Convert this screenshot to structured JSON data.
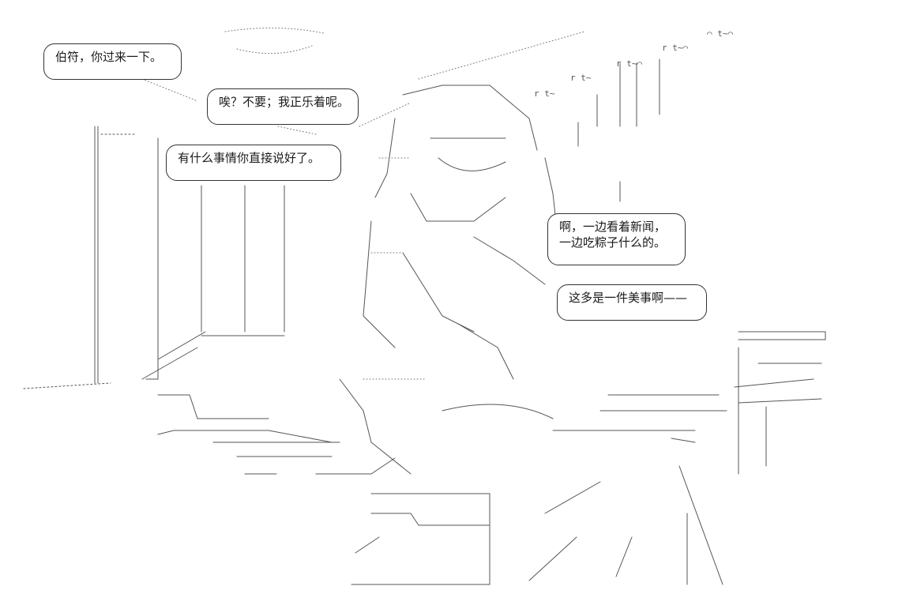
{
  "dialogue": {
    "bubble_1": "伯符，你过来一下。",
    "bubble_2": "唉？不要；我正乐着呢。",
    "bubble_3": "有什么事情你直接说好了。",
    "bubble_4_line_1": "啊，一边看着新闻，",
    "bubble_4_line_2": "一边吃粽子什么的。",
    "bubble_5": "这多是一件美事啊——"
  },
  "colors": {
    "line_art": "#555555",
    "text": "#1a1a1a",
    "background": "#ffffff"
  }
}
